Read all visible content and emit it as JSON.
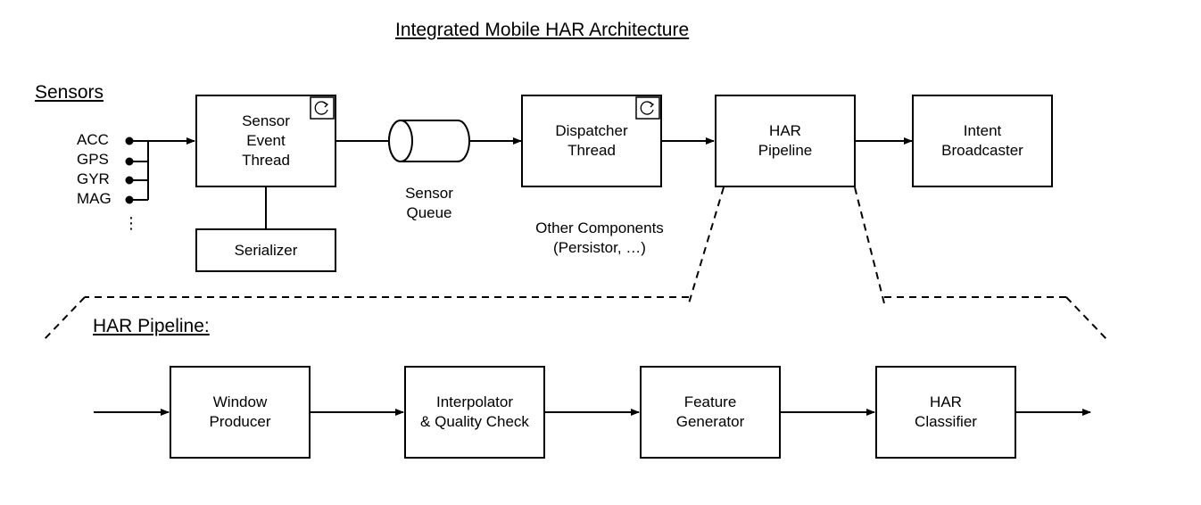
{
  "title": "Integrated Mobile HAR Architecture",
  "sensors_heading": "Sensors",
  "sensors": [
    "ACC",
    "GPS",
    "GYR",
    "MAG"
  ],
  "sensors_more": "⋮",
  "top_row": {
    "sensor_event_thread": [
      "Sensor",
      "Event",
      "Thread"
    ],
    "serializer": "Serializer",
    "sensor_queue": [
      "Sensor",
      "Queue"
    ],
    "dispatcher_thread": [
      "Dispatcher",
      "Thread"
    ],
    "other_components": [
      "Other Components",
      "(Persistor, …)"
    ],
    "har_pipeline": [
      "HAR",
      "Pipeline"
    ],
    "intent_broadcaster": [
      "Intent",
      "Broadcaster"
    ]
  },
  "pipeline_heading": "HAR Pipeline:",
  "pipeline": {
    "window_producer": [
      "Window",
      "Producer"
    ],
    "interpolator": [
      "Interpolator",
      "& Quality Check"
    ],
    "feature_generator": [
      "Feature",
      "Generator"
    ],
    "har_classifier": [
      "HAR",
      "Classifier"
    ]
  }
}
